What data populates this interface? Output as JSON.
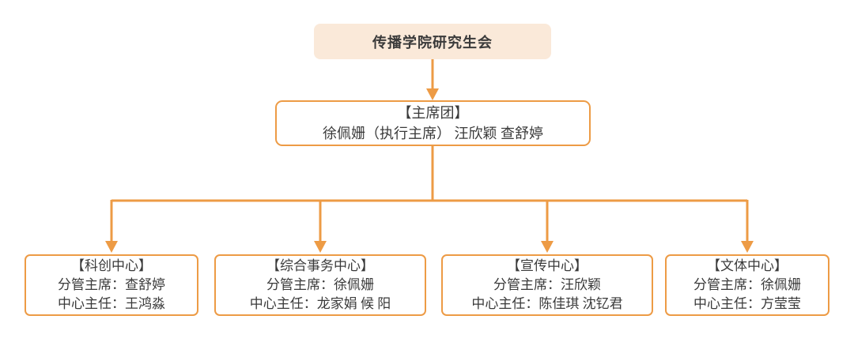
{
  "colors": {
    "accent": "#ed9b45",
    "root_fill": "#fae9d9",
    "text": "#3a3a3a"
  },
  "root": {
    "label": "传播学院研究生会"
  },
  "presidium": {
    "title": "【主席团】",
    "members": "徐佩姗（执行主席） 汪欣颖 查舒婷"
  },
  "centers": [
    {
      "title": "【科创中心】",
      "chair_line": "分管主席：查舒婷",
      "director_line": "中心主任：王鸿淼"
    },
    {
      "title": "【综合事务中心】",
      "chair_line": "分管主席：徐佩姗",
      "director_line": "中心主任：龙家娟 候 阳"
    },
    {
      "title": "【宣传中心】",
      "chair_line": "分管主席：汪欣颖",
      "director_line": "中心主任：陈佳琪 沈钇君"
    },
    {
      "title": "【文体中心】",
      "chair_line": "分管主席：徐佩姗",
      "director_line": "中心主任：方莹莹"
    }
  ]
}
